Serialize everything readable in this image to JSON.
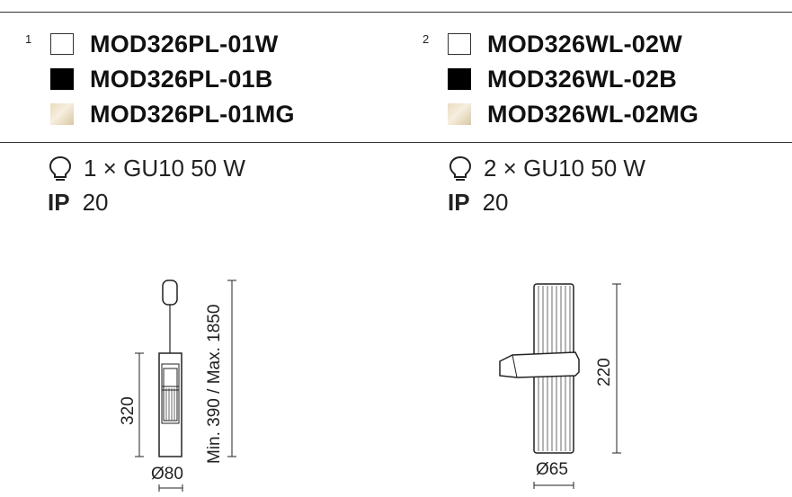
{
  "products": [
    {
      "index": "1",
      "models": [
        {
          "finish": "white",
          "code": "MOD326PL-01W"
        },
        {
          "finish": "black",
          "code": "MOD326PL-01B"
        },
        {
          "finish": "gold",
          "code": "MOD326PL-01MG"
        }
      ],
      "lamp": "1 × GU10 50 W",
      "ip_label": "IP",
      "ip_value": "20",
      "drawing": {
        "height_label": "320",
        "total_label": "Min. 390 / Max. 1850",
        "diameter_label": "Ø80"
      }
    },
    {
      "index": "2",
      "models": [
        {
          "finish": "white",
          "code": "MOD326WL-02W"
        },
        {
          "finish": "black",
          "code": "MOD326WL-02B"
        },
        {
          "finish": "gold",
          "code": "MOD326WL-02MG"
        }
      ],
      "lamp": "2 × GU10 50 W",
      "ip_label": "IP",
      "ip_value": "20",
      "drawing": {
        "height_label": "220",
        "diameter_label": "Ø65"
      }
    }
  ],
  "colors": {
    "white": "#ffffff",
    "black": "#000000",
    "gold": "#e6d8b8"
  },
  "icons": [
    "lightbulb-icon"
  ]
}
